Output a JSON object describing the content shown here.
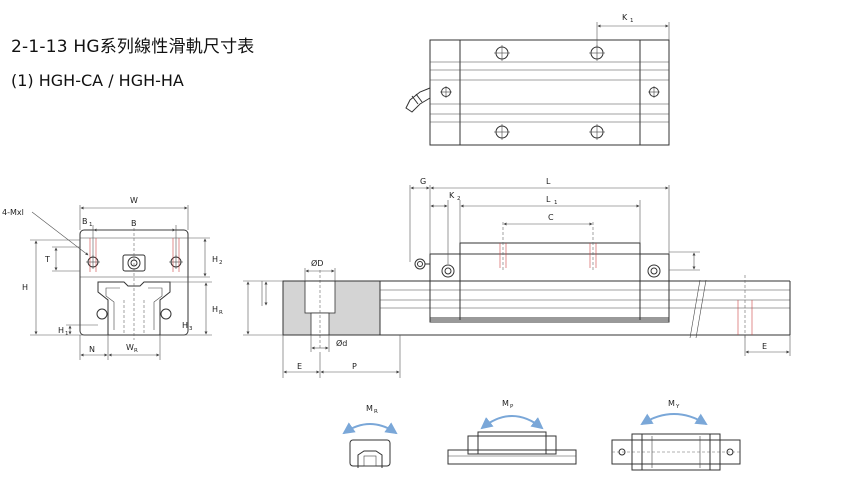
{
  "header": {
    "title": "2-1-13 HG系列線性滑軌尺寸表",
    "subtitle": "(1) HGH-CA / HGH-HA"
  },
  "labels": {
    "k1": "K",
    "k1_sub": "1",
    "g": "G",
    "l": "L",
    "k2": "K",
    "k2_sub": "2",
    "l1": "L",
    "l1_sub": "1",
    "c": "C",
    "w": "W",
    "mxl": "4-Mxl",
    "b1": "B",
    "b1_sub": "1",
    "b": "B",
    "h": "H",
    "h1": "H",
    "h1_sub": "1",
    "h2": "H",
    "h2_sub": "2",
    "h3": "H",
    "h3_sub": "3",
    "hr": "H",
    "hr_sub": "R",
    "t": "T",
    "n": "N",
    "wr": "W",
    "wr_sub": "R",
    "od": "ØD",
    "d_small": "Ød",
    "e_left": "E",
    "p": "P",
    "e_right": "E",
    "mr": "M",
    "mr_sub": "R",
    "mp": "M",
    "mp_sub": "P",
    "my": "M",
    "my_sub": "Y"
  },
  "colors": {
    "line": "#333333",
    "section_fill": "#d4d4d4",
    "hidden_line": "#c44444",
    "arrow_blue": "#7aa7d8"
  }
}
